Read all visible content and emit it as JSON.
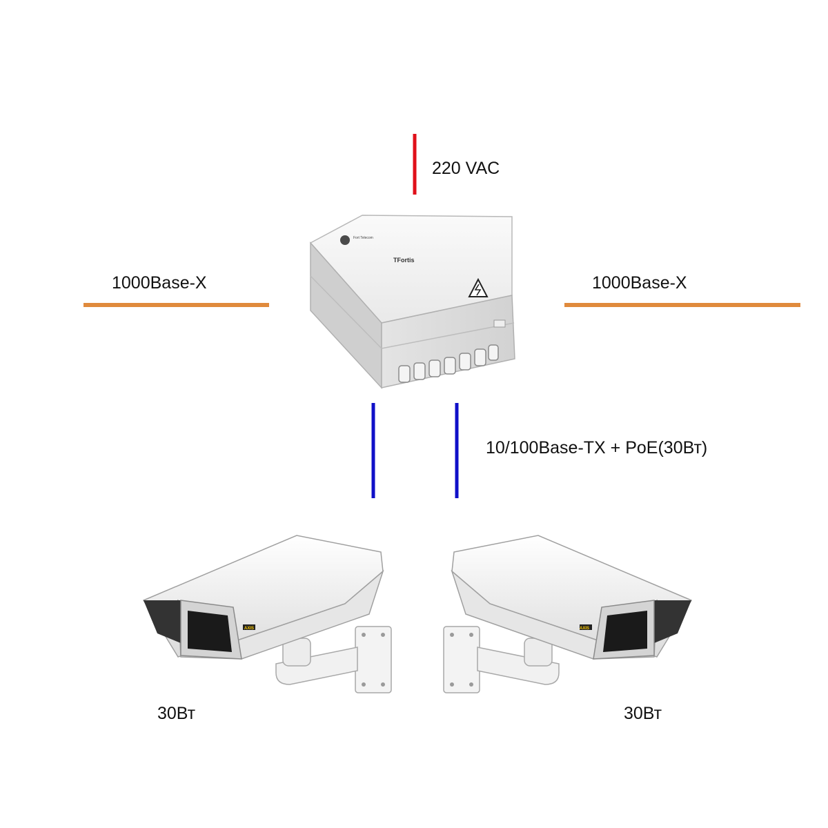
{
  "labels": {
    "power": "220 VAC",
    "uplink_left": "1000Base-X",
    "uplink_right": "1000Base-X",
    "downlink": "10/100Base-TX + PoE(30Вт)",
    "camera_left_power": "30Вт",
    "camera_right_power": "30Вт"
  },
  "device": {
    "brand_text": "TFortis",
    "logo_text": "Fort Telecom"
  },
  "camera_brand": "AXIS",
  "colors": {
    "power_line": "#e0101a",
    "fiber_line": "#e08a3c",
    "copper_line": "#1010c8",
    "text": "#111111"
  }
}
